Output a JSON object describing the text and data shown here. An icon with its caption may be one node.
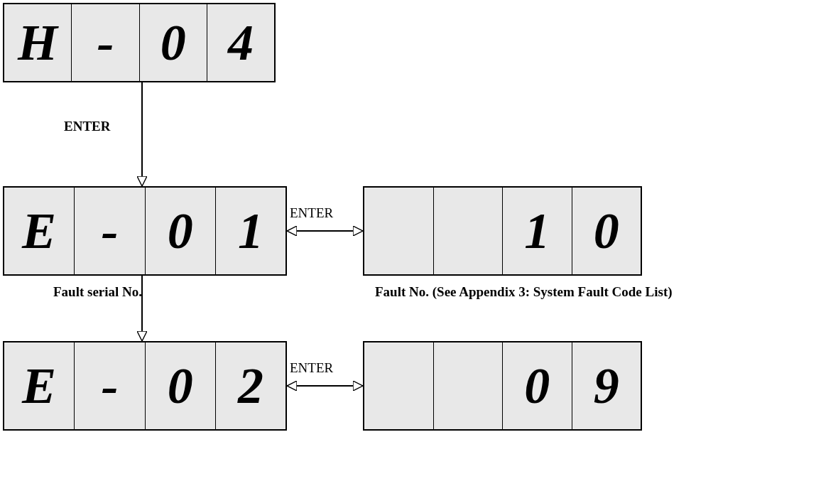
{
  "diagram": {
    "nodes": [
      {
        "text": [
          "H",
          "-",
          "0",
          "4"
        ]
      },
      {
        "text": [
          "E",
          "-",
          "0",
          "1"
        ],
        "beside": [
          "Fault serial No."
        ]
      },
      {
        "text": [
          "1",
          "0"
        ],
        "beside": [
          "Fault No. (See Appendix 3: System Fault Code List)"
        ]
      },
      {
        "text": [
          "E",
          "-",
          "0",
          "2"
        ]
      },
      {
        "text": [
          "0",
          "9"
        ]
      }
    ],
    "edges": [
      {
        "from": 0,
        "to": 1,
        "arrow": "to",
        "label": "ENTER"
      },
      {
        "from": 1,
        "to": 2,
        "arrow": "both",
        "label": "ENTER"
      },
      {
        "from": 1,
        "to": 3,
        "arrow": "to"
      },
      {
        "from": 3,
        "to": 4,
        "arrow": "both",
        "label": "ENTER"
      }
    ]
  }
}
